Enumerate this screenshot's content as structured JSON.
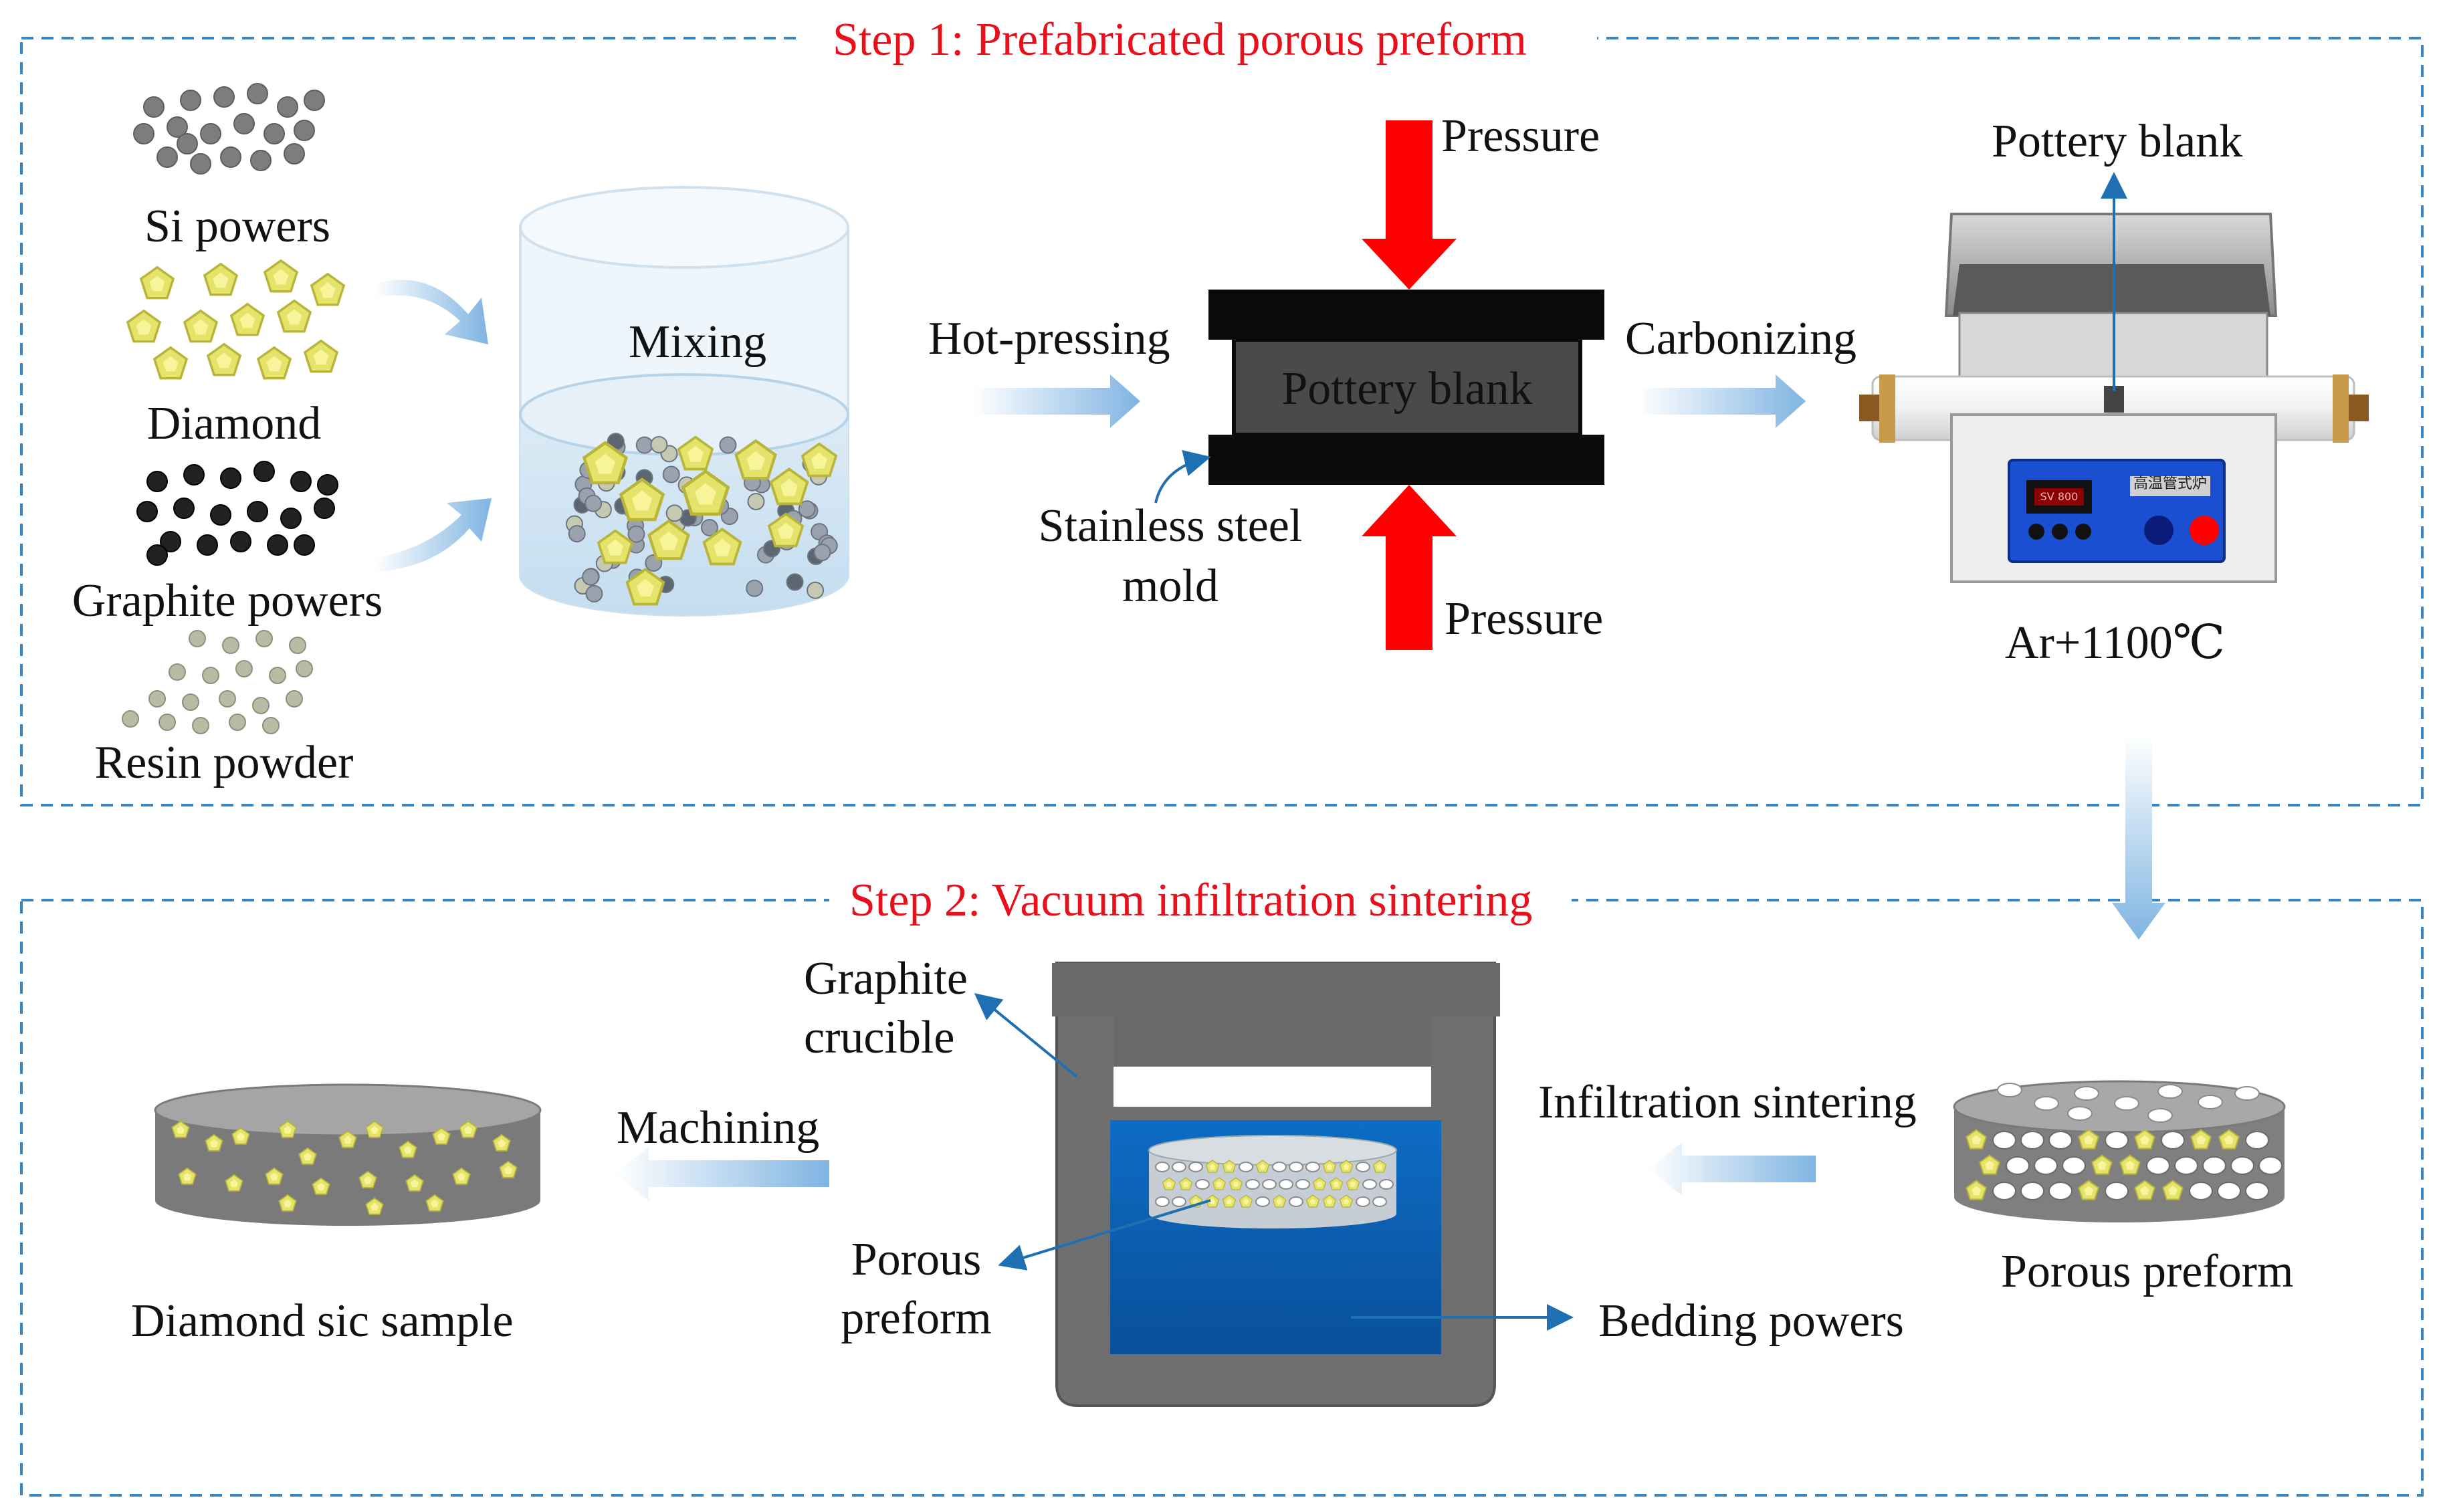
{
  "colors": {
    "frame": "#3a86c4",
    "step_title": "#e8111b",
    "pressure_arrow": "#ff0000",
    "flow_arrow": "#7fb4e2",
    "pointer": "#1f6fb3",
    "die": "#0b0b0b",
    "blank": "#4a4a4a",
    "crucible": "#6f6f6f",
    "bedding": "#0a5fb5",
    "diamond": "#e4e36a",
    "si": "#7d7d7d",
    "graphite": "#222222",
    "resin": "#b9bca4"
  },
  "step1": {
    "title": "Step 1: Prefabricated porous preform",
    "materials": {
      "si": "Si powers",
      "diamond": "Diamond",
      "graphite": "Graphite powers",
      "resin": "Resin powder"
    },
    "mixing": "Mixing",
    "hot_pressing": "Hot-pressing",
    "pressure_top": "Pressure",
    "pressure_bottom": "Pressure",
    "pottery_blank": "Pottery blank",
    "mold": "Stainless steel\nmold",
    "carbonizing": "Carbonizing",
    "furnace_label": "Pottery blank",
    "furnace_panel": "高温管式炉",
    "furnace_display": "SV 800",
    "condition": "Ar+1100℃"
  },
  "step2": {
    "title": "Step 2: Vacuum infiltration sintering",
    "graphite_crucible": "Graphite\ncrucible",
    "porous_preform_inner": "Porous\npreform",
    "bedding_powers": "Bedding powers",
    "infiltration": "Infiltration sintering",
    "porous_preform": "Porous preform",
    "machining": "Machining",
    "sample": "Diamond sic sample"
  }
}
